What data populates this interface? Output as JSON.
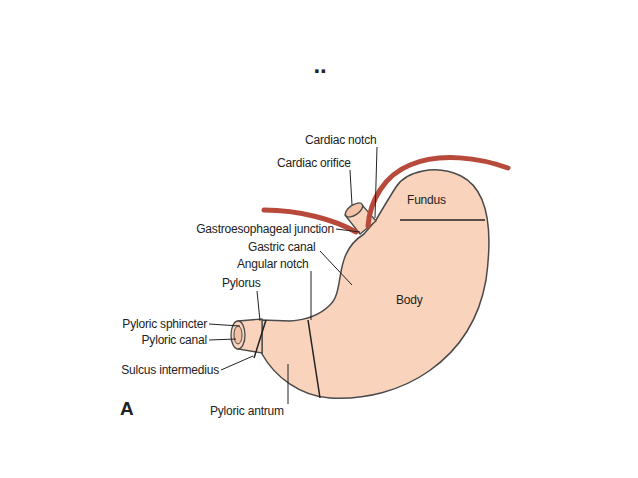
{
  "diagram": {
    "labels": [
      "..",
      "Cardiac notch",
      "Cardiac orifice",
      "Fundus",
      "Gastroesophageal junction",
      "Gastric canal",
      "Angular notch",
      "Pylorus",
      "Body",
      "Pyloric sphincter",
      "Pyloric canal",
      "Sulcus intermedius",
      "Pyloric antrum",
      "A"
    ]
  }
}
